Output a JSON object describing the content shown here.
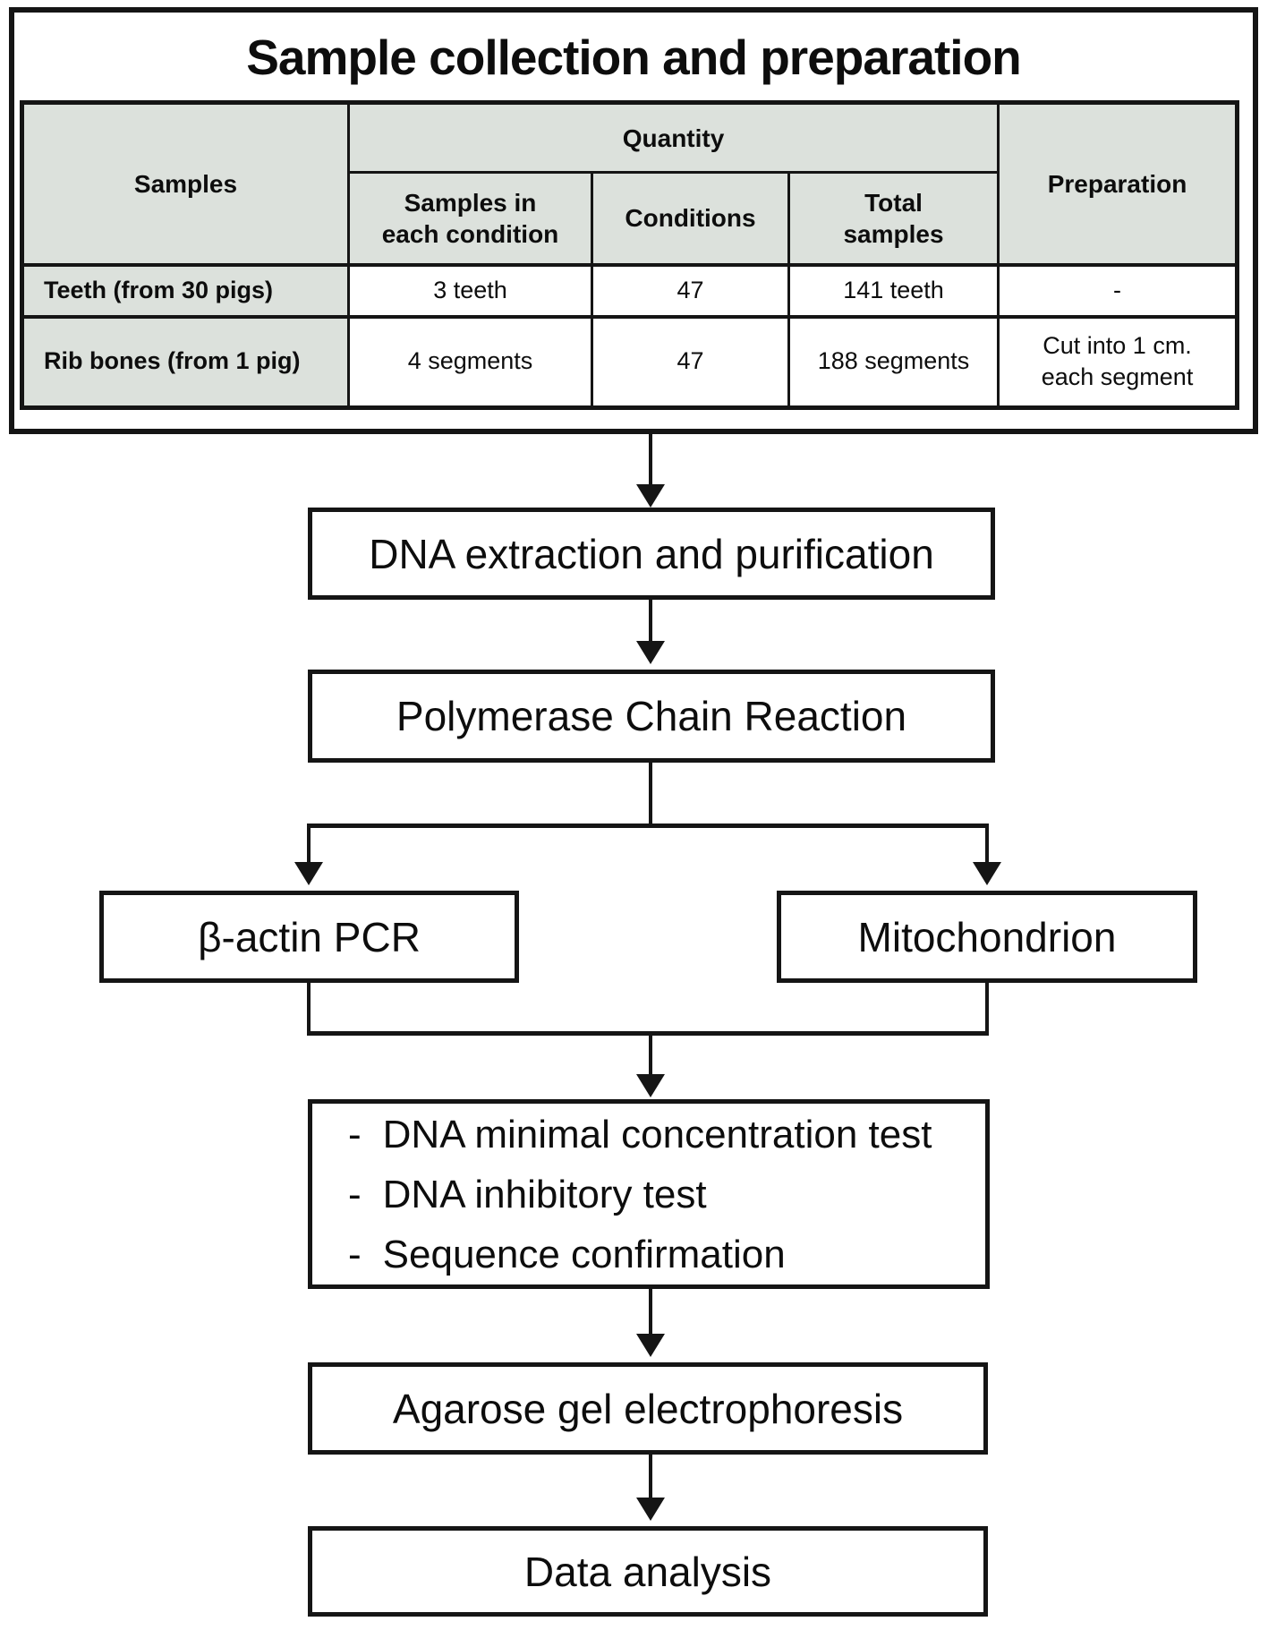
{
  "panel": {
    "title": "Sample collection and preparation"
  },
  "table": {
    "headers": {
      "samples": "Samples",
      "quantity": "Quantity",
      "samples_each": "Samples in each condition",
      "conditions": "Conditions",
      "total": "Total samples",
      "preparation": "Preparation"
    },
    "rows": [
      {
        "samples": "Teeth (from 30 pigs)",
        "each": "3 teeth",
        "conditions": "47",
        "total": "141 teeth",
        "preparation": "-"
      },
      {
        "samples": "Rib bones (from 1 pig)",
        "each": "4 segments",
        "conditions": "47",
        "total": "188 segments",
        "preparation": "Cut into 1 cm. each segment"
      }
    ]
  },
  "flow": {
    "dna_extraction": "DNA extraction and purification",
    "pcr": "Polymerase Chain Reaction",
    "beta_actin": "β-actin PCR",
    "mitochondrion": "Mitochondrion",
    "tests": {
      "bullet": "-",
      "items": [
        "DNA minimal concentration test",
        "DNA inhibitory test",
        "Sequence confirmation"
      ]
    },
    "agarose": "Agarose gel electrophoresis",
    "data_analysis": "Data analysis"
  },
  "colors": {
    "line": "#151515",
    "text": "#0d0d0d",
    "header_fill": "#dce1dc",
    "background": "#ffffff"
  }
}
